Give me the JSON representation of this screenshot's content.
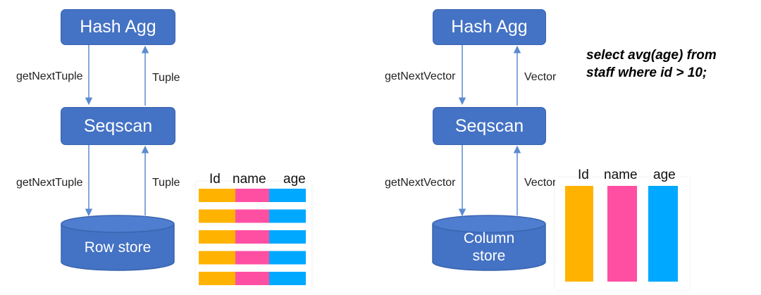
{
  "colors": {
    "box_fill": "#4472C4",
    "arrow": "#5B8BD0",
    "id_column": "#FFB300",
    "name_column": "#FF4FA3",
    "age_column": "#00A8FF"
  },
  "row_model": {
    "top_node": "Hash Agg",
    "middle_node": "Seqscan",
    "storage_node": "Row store",
    "call_upper": "getNextTuple",
    "return_upper": "Tuple",
    "call_lower": "getNextTuple",
    "return_lower": "Tuple",
    "table_headers": [
      "Id",
      "name",
      "age"
    ],
    "table_row_count": 5
  },
  "vector_model": {
    "top_node": "Hash Agg",
    "middle_node": "Seqscan",
    "storage_node_line1": "Column",
    "storage_node_line2": "store",
    "call_upper": "getNextVector",
    "return_upper": "Vector",
    "call_lower": "getNextVector",
    "return_lower": "Vector",
    "table_headers": [
      "Id",
      "name",
      "age"
    ]
  },
  "query": {
    "line1": "select avg(age) from",
    "line2": "staff where id > 10;"
  }
}
